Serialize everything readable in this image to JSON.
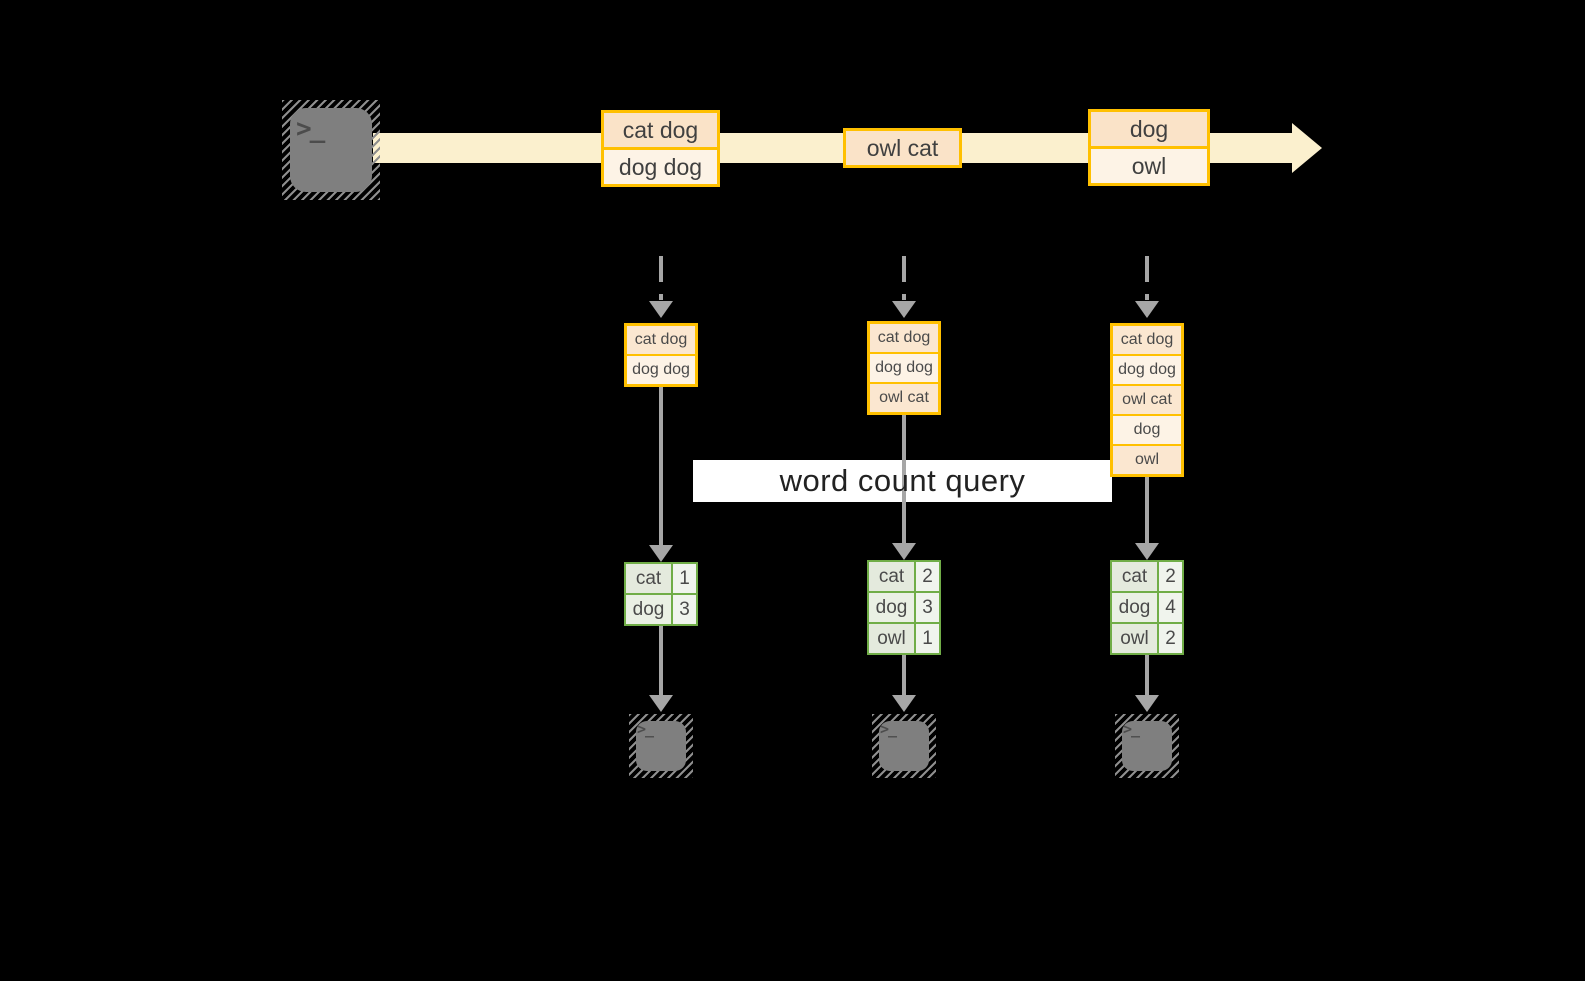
{
  "query_label": "word count query",
  "icons": {
    "terminal_glyph": ">_"
  },
  "colors": {
    "background": "#000000",
    "stream_band": "#FBF0CE",
    "batch_border": "#FFC000",
    "batch_fill_peach": "#FAE3C8",
    "batch_fill_cream": "#FDF3E6",
    "arrow_gray": "#A6A6A6",
    "table_border_green": "#70AD47",
    "table_fill_green": "#E4EADD",
    "query_band_bg": "#FFFFFF",
    "terminal_gray": "#7F7F7F"
  },
  "stream": {
    "batches": [
      {
        "lines": [
          "cat dog",
          "dog dog"
        ]
      },
      {
        "lines": [
          "owl cat"
        ]
      },
      {
        "lines": [
          "dog",
          "owl"
        ]
      }
    ]
  },
  "columns": [
    {
      "accumulated": [
        "cat dog",
        "dog dog"
      ],
      "counts": [
        {
          "word": "cat",
          "count": "1"
        },
        {
          "word": "dog",
          "count": "3"
        }
      ]
    },
    {
      "accumulated": [
        "cat dog",
        "dog dog",
        "owl cat"
      ],
      "counts": [
        {
          "word": "cat",
          "count": "2"
        },
        {
          "word": "dog",
          "count": "3"
        },
        {
          "word": "owl",
          "count": "1"
        }
      ]
    },
    {
      "accumulated": [
        "cat dog",
        "dog dog",
        "owl cat",
        "dog",
        "owl"
      ],
      "counts": [
        {
          "word": "cat",
          "count": "2"
        },
        {
          "word": "dog",
          "count": "4"
        },
        {
          "word": "owl",
          "count": "2"
        }
      ]
    }
  ]
}
